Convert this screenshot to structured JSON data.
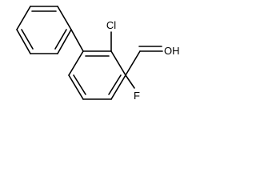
{
  "molecule": {
    "atoms": {
      "chlorine": "Cl",
      "hydroxyl": "OH",
      "fluorine": "F"
    }
  }
}
